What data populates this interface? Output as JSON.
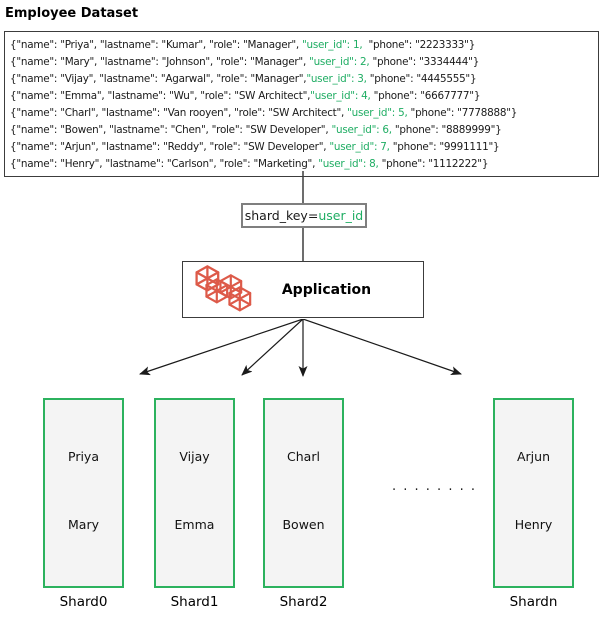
{
  "title": "Employee Dataset",
  "dataset": {
    "records": [
      {
        "pre": "{\"name\": \"Priya\", \"lastname\": \"Kumar\", \"role\": \"Manager\", ",
        "uid": "\"user_id\": 1,",
        "post": "  \"phone\": \"2223333\"}"
      },
      {
        "pre": "{\"name\": \"Mary\", \"lastname\": \"Johnson\", \"role\": \"Manager\", ",
        "uid": "\"user_id\": 2,",
        "post": " \"phone\": \"3334444\"}"
      },
      {
        "pre": "{\"name\": \"Vijay\", \"lastname\": \"Agarwal\", \"role\": \"Manager\",",
        "uid": "\"user_id\": 3,",
        "post": " \"phone\": \"4445555\"}"
      },
      {
        "pre": "{\"name\": \"Emma\", \"lastname\": \"Wu\", \"role\": \"SW Architect\",",
        "uid": "\"user_id\": 4,",
        "post": " \"phone\": \"6667777\"}"
      },
      {
        "pre": "{\"name\": \"Charl\", \"lastname\": \"Van rooyen\", \"role\": \"SW Architect\", ",
        "uid": "\"user_id\": 5,",
        "post": " \"phone\": \"7778888\"}"
      },
      {
        "pre": "{\"name\": \"Bowen\", \"lastname\": \"Chen\", \"role\": \"SW Developer\", ",
        "uid": "\"user_id\": 6,",
        "post": " \"phone\": \"8889999\"}"
      },
      {
        "pre": "{\"name\": \"Arjun\", \"lastname\": \"Reddy\", \"role\": \"SW Developer\", ",
        "uid": "\"user_id\": 7,",
        "post": " \"phone\": \"9991111\"}"
      },
      {
        "pre": "{\"name\": \"Henry\", \"lastname\": \"Carlson\", \"role\": \"Marketing\", ",
        "uid": "\"user_id\": 8,",
        "post": " \"phone\": \"1112222\"}"
      }
    ]
  },
  "shard_key": {
    "prefix": "shard_key=",
    "key": "user_id"
  },
  "application": {
    "label": "Application",
    "icon": "wireframe-cubes-icon"
  },
  "separator_dots": ". . . . . . . .",
  "shards": [
    {
      "label": "Shard0",
      "members": [
        "Priya",
        "Mary"
      ]
    },
    {
      "label": "Shard1",
      "members": [
        "Vijay",
        "Emma"
      ]
    },
    {
      "label": "Shard2",
      "members": [
        "Charl",
        "Bowen"
      ]
    },
    {
      "label": "Shardn",
      "members": [
        "Arjun",
        "Henry"
      ]
    }
  ],
  "colors": {
    "green_text": "#1fad63",
    "green_border": "#2cb25e",
    "icon_red": "#dd5a49",
    "shard_fill": "#f4f4f4",
    "box_border": "#3c3c3c"
  }
}
